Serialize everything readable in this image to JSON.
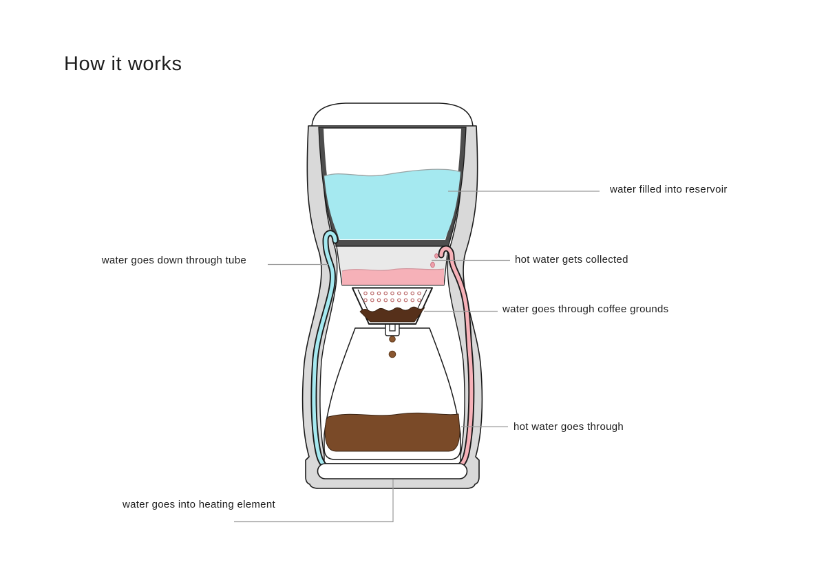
{
  "title": "How it works",
  "diagram": {
    "labels": {
      "reservoir": "water filled into reservoir",
      "tube_down": "water goes down through tube",
      "hot_water_collected": "hot water gets collected",
      "coffee_grounds": "water goes through coffee grounds",
      "hot_water_through": "hot water goes through",
      "heating_element": "water goes into heating element"
    },
    "colors": {
      "cold_water": "#a5e9f0",
      "hot_water": "#f6b1b8",
      "hot_water_drop": "#ef9fab",
      "brewed_coffee": "#7a4a28",
      "coffee_grounds": "#56301a",
      "coffee_drip": "#8a5730",
      "shell": "#d9d9d9",
      "reservoir_lining": "#4d4d4d",
      "chamber": "#e9e9e9",
      "outline": "#1a1a1a",
      "leader_line": "#9a9a9a"
    }
  }
}
